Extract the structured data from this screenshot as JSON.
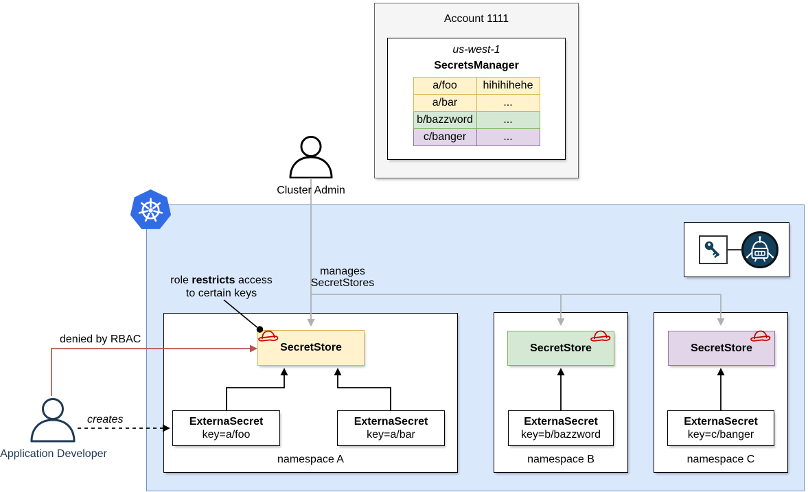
{
  "aws": {
    "account_label": "Account 1111",
    "region_label": "us-west-1",
    "service_label": "SecretsManager",
    "secrets": [
      {
        "name": "a/foo",
        "value": "hihihihehe",
        "color": "yellow"
      },
      {
        "name": "a/bar",
        "value": "...",
        "color": "yellow"
      },
      {
        "name": "b/bazzword",
        "value": "...",
        "color": "green"
      },
      {
        "name": "c/banger",
        "value": "...",
        "color": "purple"
      }
    ]
  },
  "actors": {
    "cluster_admin_label": "Cluster Admin",
    "app_developer_label": "Application Developer"
  },
  "annotations": {
    "manages_line1": "manages",
    "manages_line2": "SecretStores",
    "denied_label": "denied by RBAC",
    "creates_label": "creates",
    "role_line1_pre": "role ",
    "role_line1_bold": "restricts",
    "role_line1_post": " access",
    "role_line2": "to certain keys"
  },
  "cluster": {
    "namespaces": [
      {
        "name": "namespace A",
        "store_label": "SecretStore",
        "store_color": "yellow",
        "external_secrets": [
          {
            "title": "ExternaSecret",
            "key": "key=a/foo"
          },
          {
            "title": "ExternaSecret",
            "key": "key=a/bar"
          }
        ]
      },
      {
        "name": "namespace B",
        "store_label": "SecretStore",
        "store_color": "green",
        "external_secrets": [
          {
            "title": "ExternaSecret",
            "key": "key=b/bazzword"
          }
        ]
      },
      {
        "name": "namespace C",
        "store_label": "SecretStore",
        "store_color": "purple",
        "external_secrets": [
          {
            "title": "ExternaSecret",
            "key": "key=c/banger"
          }
        ]
      }
    ]
  },
  "icons": {
    "kubernetes_logo": "kubernetes-wheel",
    "redhat_hat": "red-fedora-hat",
    "eso_key": "key-icon",
    "eso_robot": "robot-icon",
    "cluster_admin": "person-icon",
    "app_developer": "person-icon"
  },
  "colors": {
    "cluster_fill": "#dae8fc",
    "cluster_border": "#6c8ebf",
    "yellow_fill": "#fff2cc",
    "yellow_border": "#d6b656",
    "green_fill": "#d5e8d4",
    "green_border": "#82b366",
    "purple_fill": "#e1d5e7",
    "purple_border": "#9673a6",
    "account_fill": "#f5f5f5",
    "account_border": "#666666",
    "kubernetes_blue": "#326ce5",
    "navy": "#123f5c",
    "arrow_gray": "#b0b0b0",
    "arrow_red": "#b85450",
    "hat_red": "#cc0000",
    "developer_navy": "#203a54"
  }
}
